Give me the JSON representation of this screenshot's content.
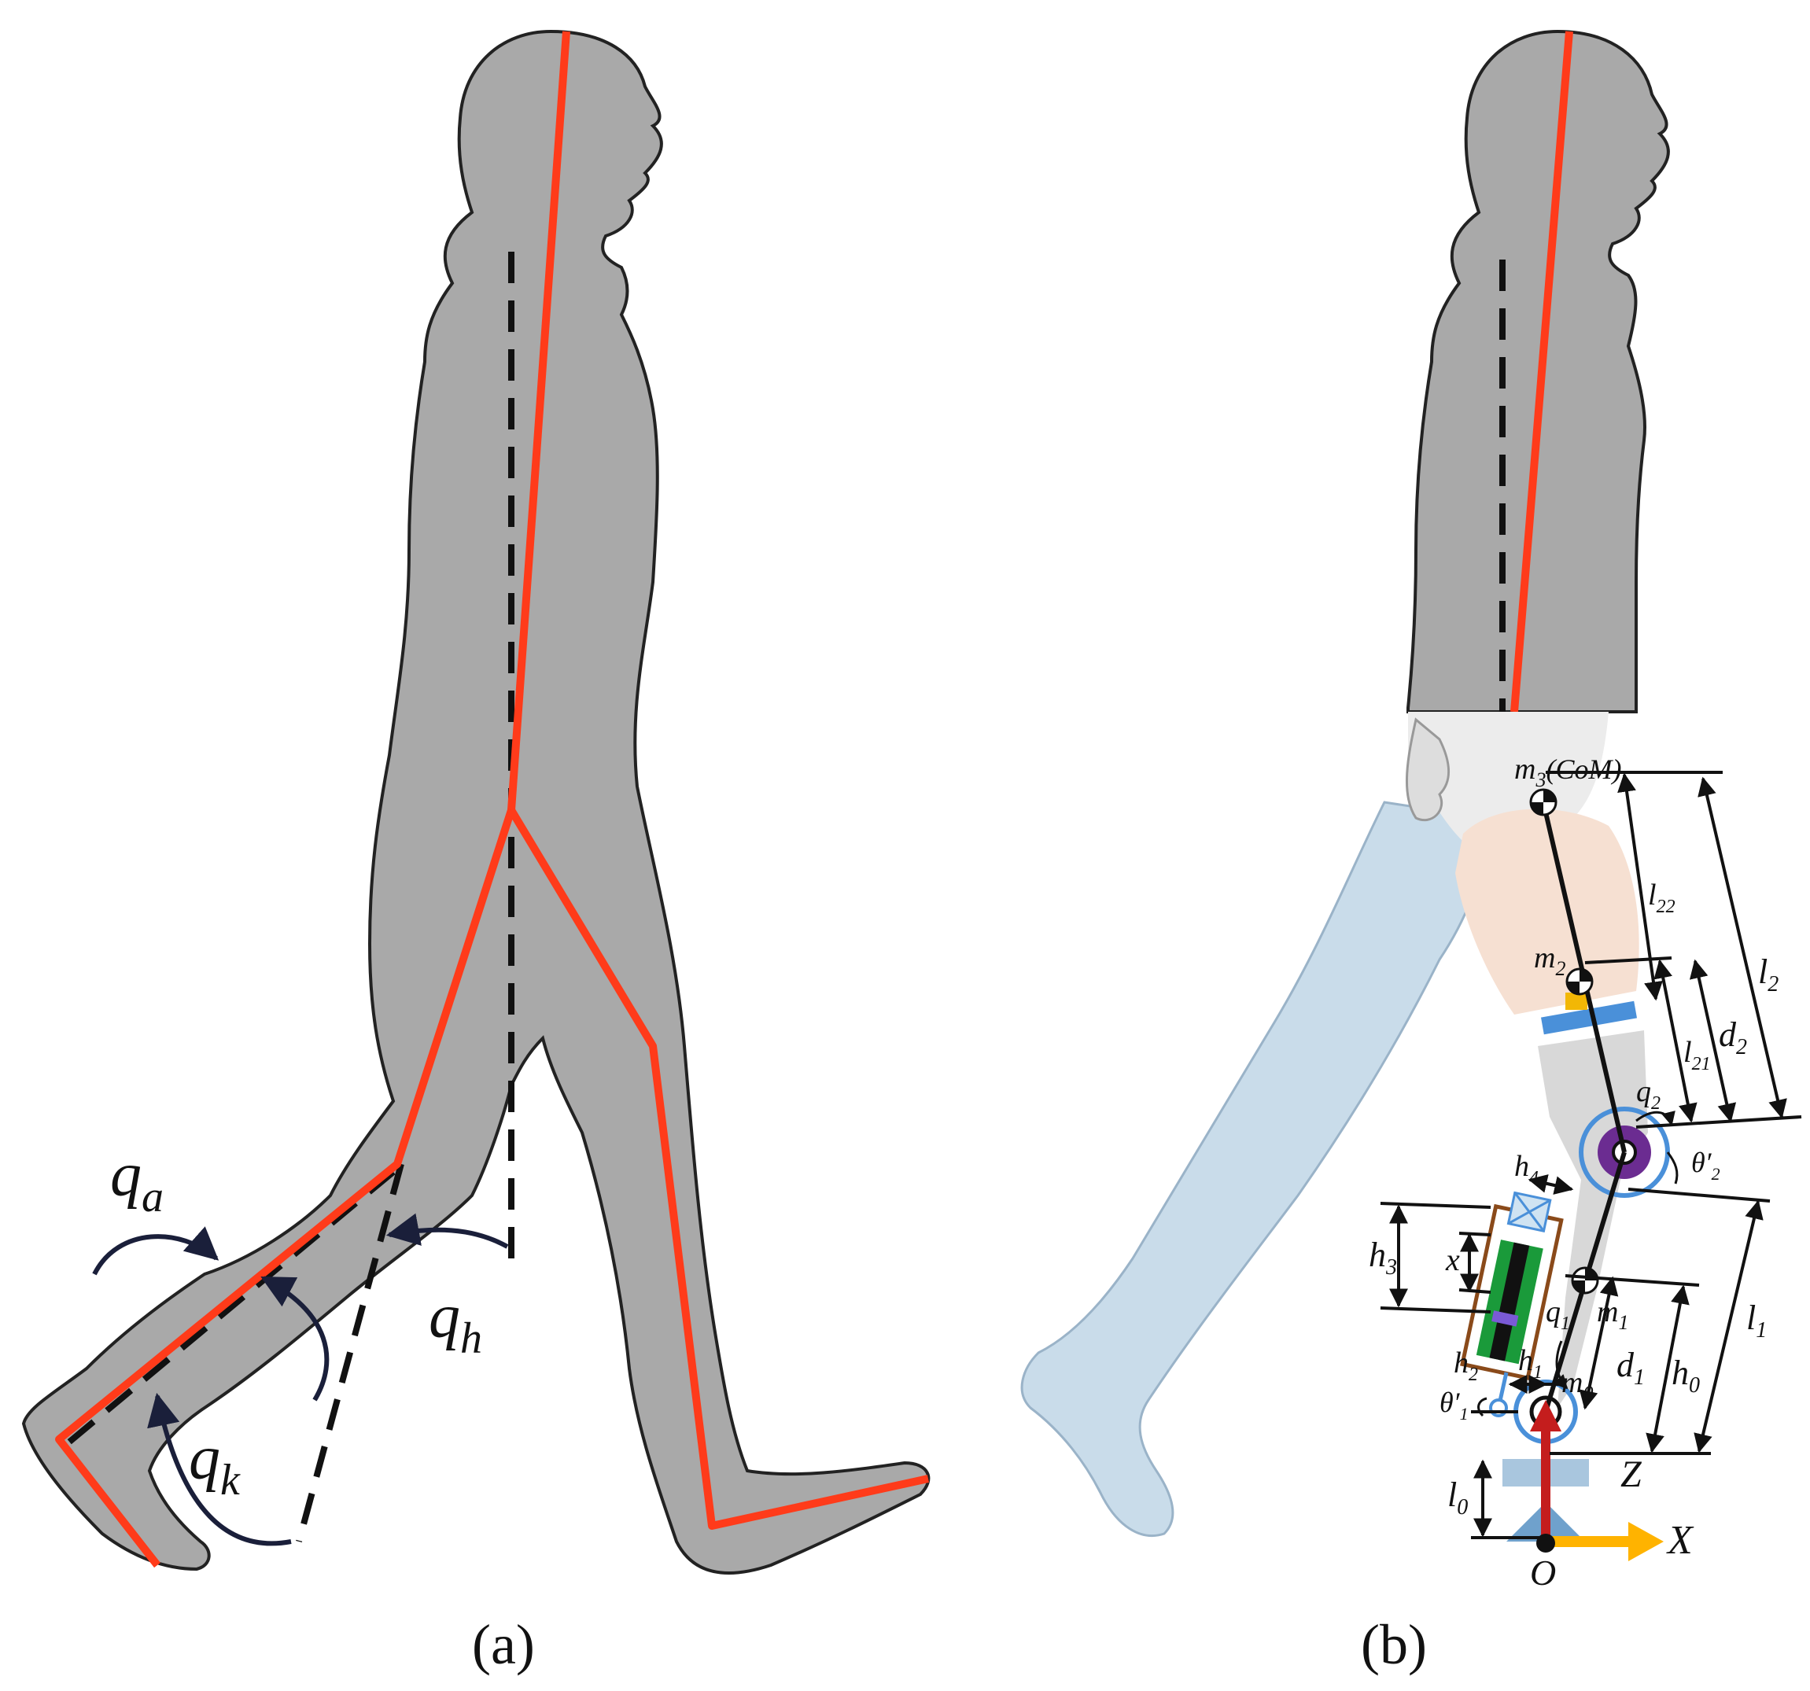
{
  "panels": {
    "a": "(a)",
    "b": "(b)"
  },
  "joint_labels_a": {
    "ankle": "q",
    "ankle_sub": "a",
    "knee": "q",
    "knee_sub": "k",
    "hip": "q",
    "hip_sub": "h"
  },
  "mech_labels_b": {
    "m3": "m",
    "m3_sub": "3",
    "com": "(CoM)",
    "m2": "m",
    "m2_sub": "2",
    "m1": "m",
    "m1_sub": "1",
    "m0": "m",
    "m0_sub": "0",
    "l22": "l",
    "l22_sub": "22",
    "l21": "l",
    "l21_sub": "21",
    "l2": "l",
    "l2_sub": "2",
    "d2": "d",
    "d2_sub": "2",
    "l1": "l",
    "l1_sub": "1",
    "d1": "d",
    "d1_sub": "1",
    "h0": "h",
    "h0_sub": "0",
    "l0": "l",
    "l0_sub": "0",
    "h1": "h",
    "h1_sub": "1",
    "h2": "h",
    "h2_sub": "2",
    "h3": "h",
    "h3_sub": "3",
    "h4": "h",
    "h4_sub": "4",
    "x_disp": "x",
    "q2": "q",
    "q2_sub": "2",
    "q1": "q",
    "q1_sub": "1",
    "theta2": "θ′",
    "theta2_sub": "2",
    "theta1": "θ′",
    "theta1_sub": "1",
    "axis_z": "Z",
    "axis_x": "X",
    "origin": "O"
  },
  "colors": {
    "body": "#a9a9a9",
    "body_outline": "#222222",
    "skeleton": "#ff3b1a",
    "dashed": "#111111",
    "leg_light": "#c9dcea",
    "pelvis": "#ececec",
    "thigh_skin": "#f6e0d2",
    "prosthetic_shank": "#d8d8d8",
    "joint_ring": "#4a90d9",
    "joint_core": "#6b2c91",
    "socket_plate": "#4a90d9",
    "damper_frame": "#8a4a1a",
    "damper_green": "#1a9a3a",
    "axis_z_arrow": "#c41d1d",
    "axis_x_arrow": "#ffb300"
  }
}
